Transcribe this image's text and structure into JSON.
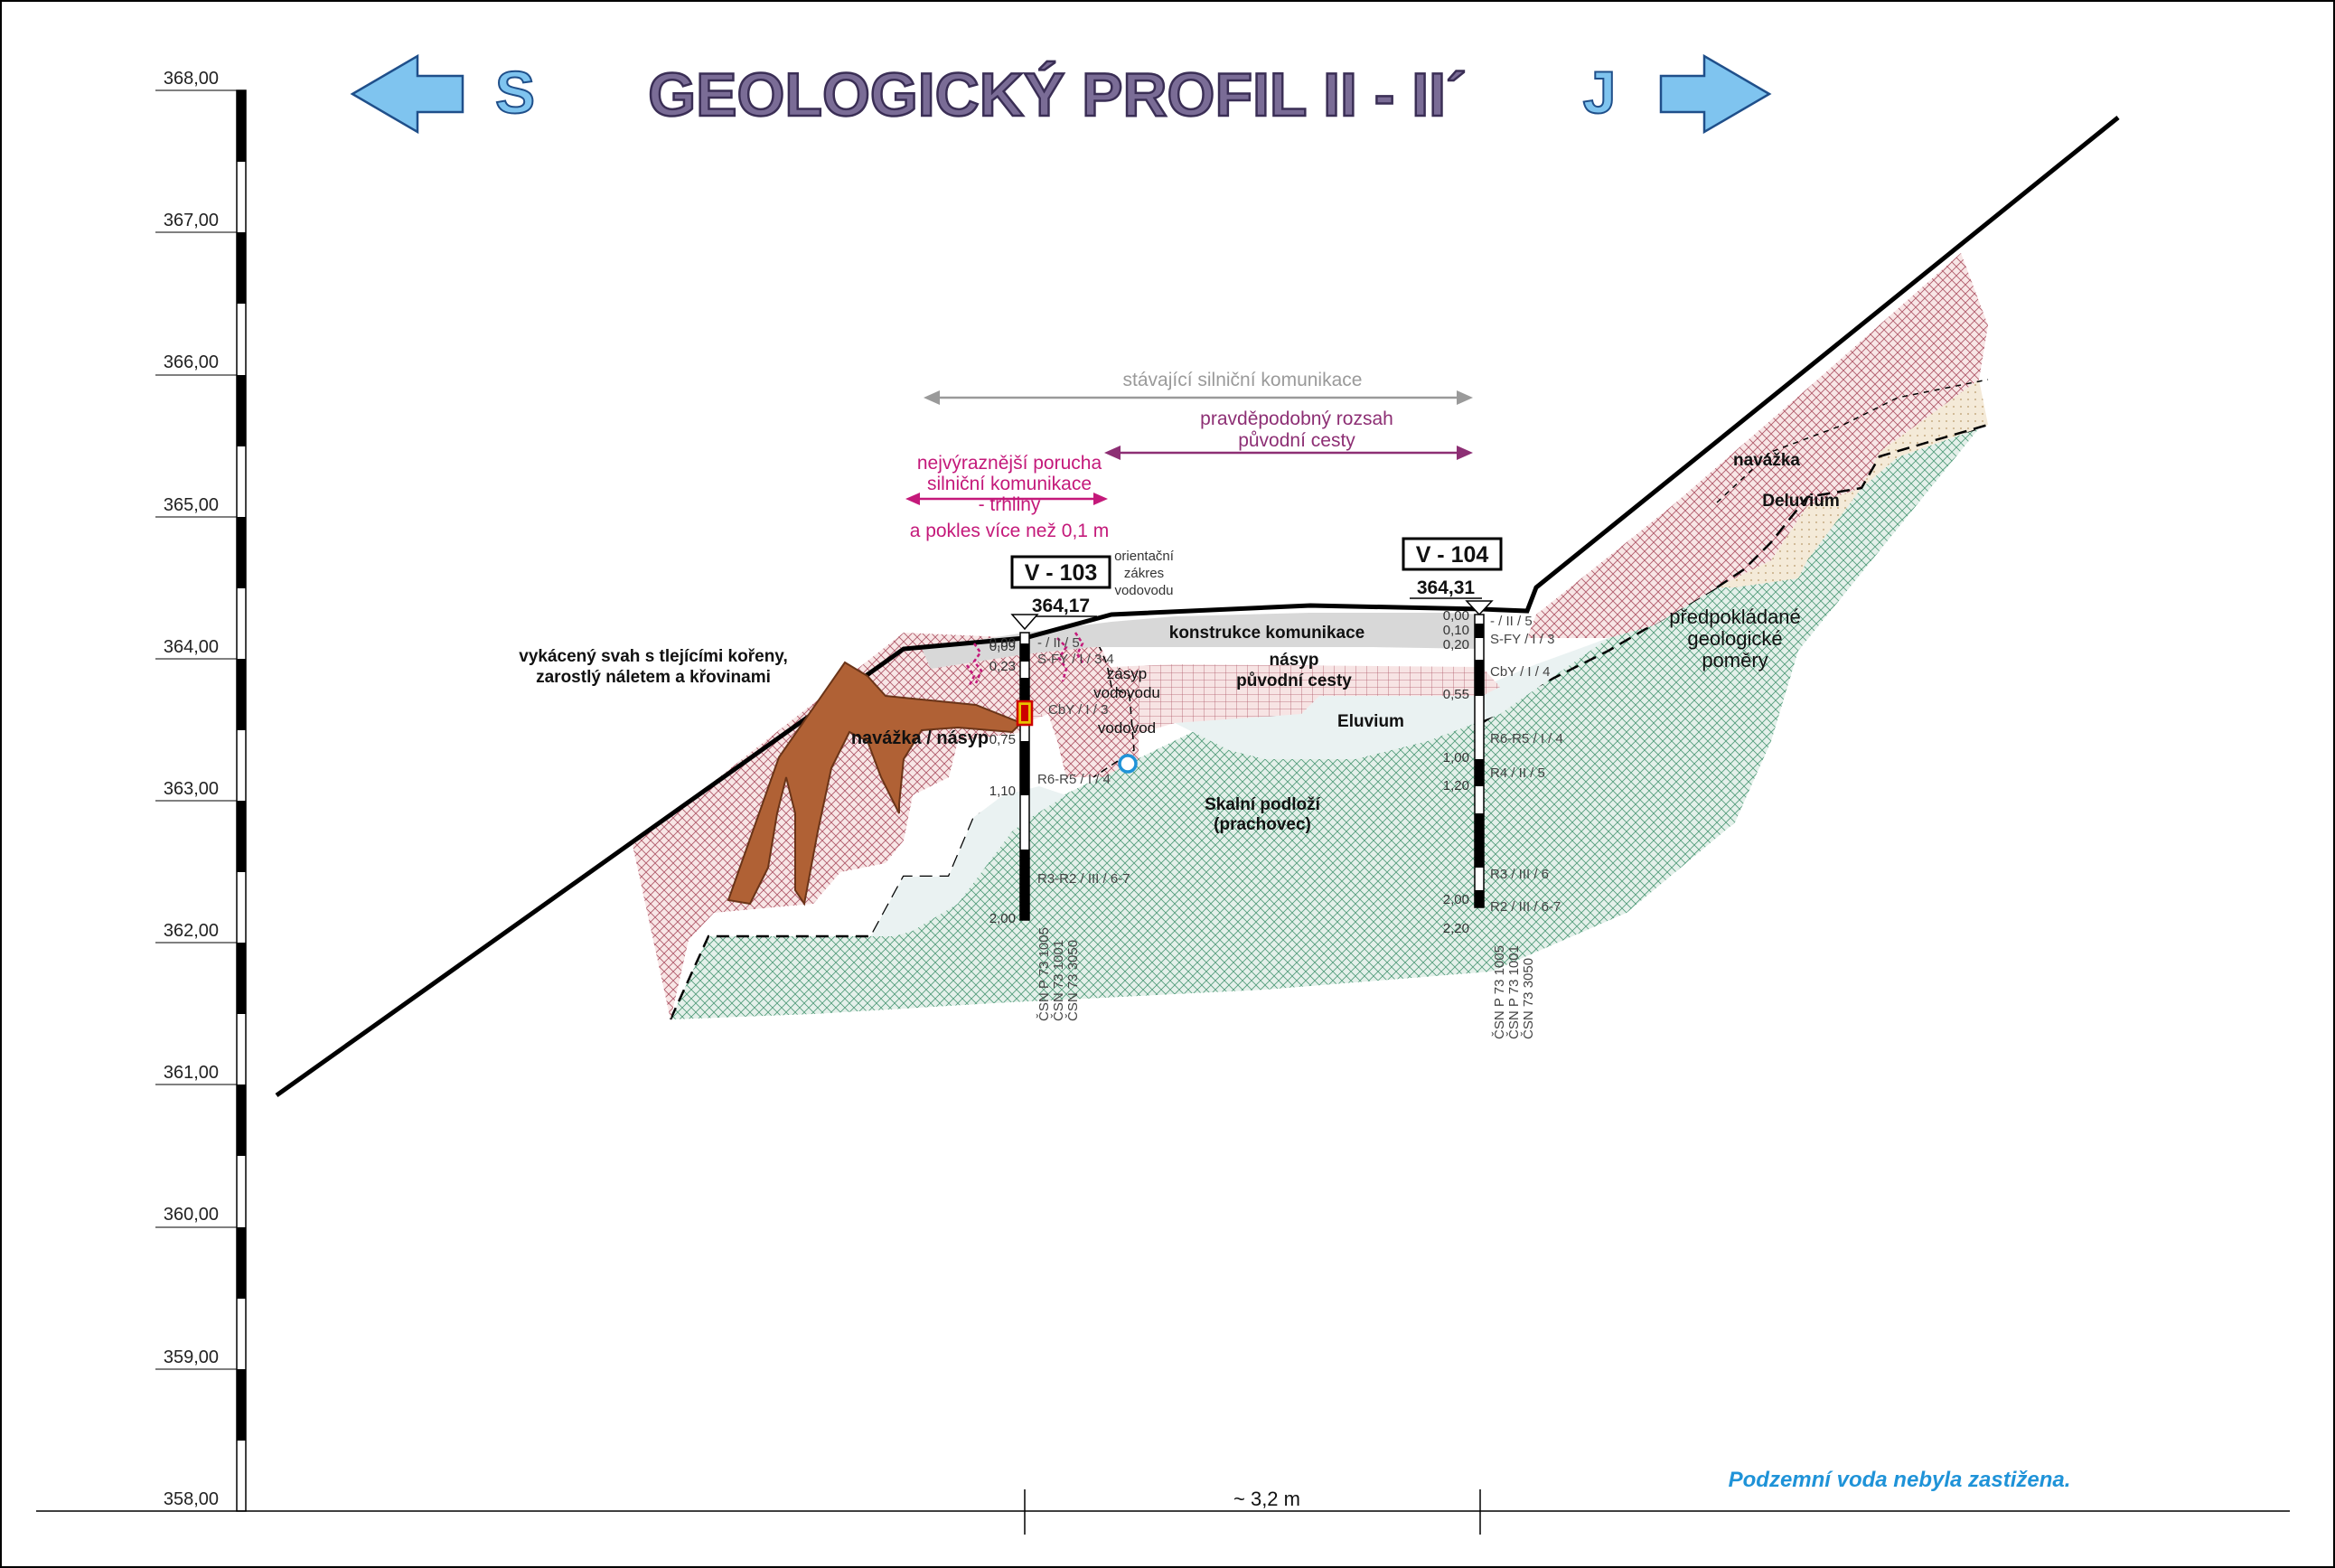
{
  "title": "GEOLOGICKÝ PROFIL II - II´",
  "direction_left": "S",
  "direction_right": "J",
  "scale_labels": [
    "368,00",
    "367,00",
    "366,00",
    "365,00",
    "364,00",
    "363,00",
    "362,00",
    "361,00",
    "360,00",
    "359,00",
    "358,00"
  ],
  "annotations": {
    "existing_road": "stávající silniční komunikace",
    "original_road": [
      "pravděpodobný rozsah",
      "původní cesty"
    ],
    "failure": [
      "nejvýraznější porucha",
      "silniční komunikace",
      "- trhliny",
      "a pokles více než 0,1 m"
    ],
    "pipe_sketch": [
      "orientační",
      "zákres",
      "vodovodu"
    ],
    "slope": [
      "vykácený svah s tlejícími kořeny,",
      "zarostlý náletem a křovinami"
    ],
    "assumed": [
      "předpokládané",
      "geologické",
      "poměry"
    ]
  },
  "layers": {
    "road": "konstrukce komunikace",
    "embankment": [
      "násyp",
      "původní cesty"
    ],
    "backfill": [
      "zásyp",
      "vodovodu"
    ],
    "pipe": "vodovod",
    "fill_left": "navážka / násyp",
    "eluvium": "Eluvium",
    "bedrock": [
      "Skalní podloží",
      "(prachovec)"
    ],
    "fill_right": "navážka",
    "deluvium": "Deluvium"
  },
  "boreholes": [
    {
      "name": "V - 103",
      "elevation": "364,17",
      "depths": [
        "0,00",
        "0,09",
        "0,23",
        "0,75",
        "1,10",
        "2,00"
      ],
      "logs": [
        "- / II / 5",
        "S-FY / I / 3-4",
        "CbY / I / 3",
        "R6-R5 / I / 4",
        "R3-R2 / III / 6-7"
      ],
      "standards": [
        "ČSN P 73 1005",
        "ČSN 73 1001",
        "ČSN 73 3050"
      ]
    },
    {
      "name": "V - 104",
      "elevation": "364,31",
      "depths": [
        "0,00",
        "0,10",
        "0,20",
        "0,55",
        "1,00",
        "1,20",
        "2,00",
        "2,20"
      ],
      "logs": [
        "- / II / 5",
        "S-FY / I / 3",
        "CbY / I / 4",
        "R6-R5 / I / 4",
        "R4 / II / 5",
        "R3 / III / 6",
        "R2 / III / 6-7"
      ],
      "standards": [
        "ČSN P 73 1005",
        "ČSN P 73 1001",
        "ČSN 73 3050"
      ]
    }
  ],
  "distance": "~ 3,2 m",
  "groundwater_note": "Podzemní voda nebyla zastižena.",
  "colors": {
    "title_fill": "#7a6c96",
    "arrow_fill": "#7fc4ef",
    "fill_hatch": "#b05a6a",
    "bedrock_hatch": "#4f9a78",
    "eluvium": "#eaf2f2",
    "deluvium": "#f4ead8",
    "root": "#b06135",
    "road": "#d8d8d8",
    "note": "#1f93d8",
    "failure": "#c4197a",
    "original_road": "#8d2f74",
    "existing_road": "#9a9a9a"
  }
}
